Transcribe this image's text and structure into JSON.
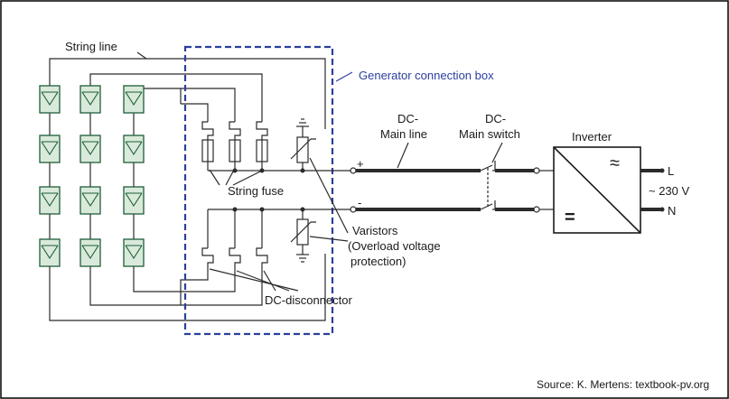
{
  "labels": {
    "string_line": "String line",
    "generator_box": "Generator connection box",
    "dc_main_line_1": "DC-",
    "dc_main_line_2": "Main line",
    "dc_main_switch_1": "DC-",
    "dc_main_switch_2": "Main switch",
    "inverter": "Inverter",
    "string_fuse": "String fuse",
    "varistors_1": "Varistors",
    "varistors_2": "(Overload voltage",
    "varistors_3": "protection)",
    "dc_disconnector": "DC-disconnector",
    "plus": "+",
    "minus": "-",
    "ac_l": "L",
    "ac_n": "N",
    "ac_voltage": "~ 230 V",
    "inverter_ac_symbol": "≈",
    "inverter_dc_symbol": "="
  },
  "footer": {
    "source": "Source: K. Mertens: textbook-pv.org"
  },
  "colors": {
    "box_border": "#2a3f9d",
    "module_fill": "#d9eadb",
    "module_stroke": "#1f5c3a",
    "wire": "#2b2b2b"
  },
  "icons": {
    "pv_module": "pv-module-icon",
    "fuse": "fuse-icon",
    "varistor": "varistor-icon",
    "disconnector": "disconnector-icon",
    "switch": "switch-icon",
    "inverter": "inverter-icon",
    "ground": "ground-icon"
  }
}
